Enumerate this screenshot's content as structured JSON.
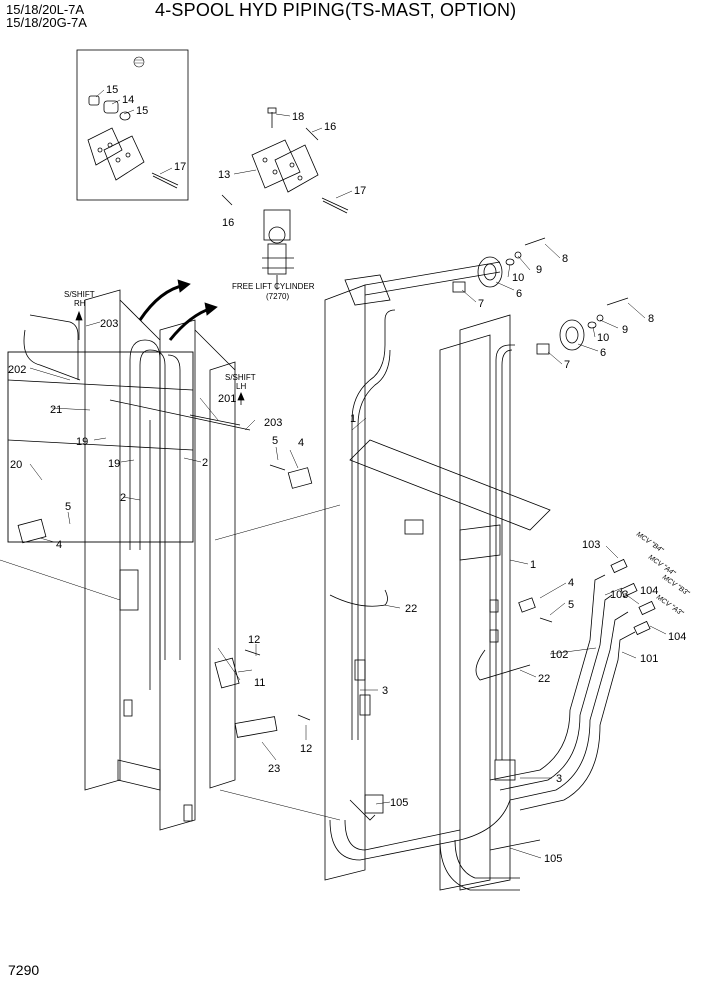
{
  "header": {
    "model_line1": "15/18/20L-7A",
    "model_line2": "15/18/20G-7A",
    "title": "4-SPOOL HYD PIPING(TS-MAST, OPTION)"
  },
  "footer": {
    "page_number": "7290"
  },
  "annotations": {
    "free_lift_line1": "FREE LIFT CYLINDER",
    "free_lift_line2": "(7270)",
    "sshift_rh_line1": "S/SHIFT",
    "sshift_rh_line2": "RH",
    "sshift_lh_line1": "S/SHIFT",
    "sshift_lh_line2": "LH",
    "mcv_b4": "MCV \"B4\"",
    "mcv_a4": "MCV \"A4\"",
    "mcv_b3": "MCV \"B3\"",
    "mcv_a3": "MCV \"A3\""
  },
  "callouts": {
    "c15a": "15",
    "c14": "14",
    "c15b": "15",
    "c17a": "17",
    "c18": "18",
    "c16a": "16",
    "c13": "13",
    "c16b": "16",
    "c17b": "17",
    "c8a": "8",
    "c9a": "9",
    "c10a": "10",
    "c6a": "6",
    "c7a": "7",
    "c8b": "8",
    "c9b": "9",
    "c10b": "10",
    "c6b": "6",
    "c7b": "7",
    "c203a": "203",
    "c202": "202",
    "c21": "21",
    "c19a": "19",
    "c19b": "19",
    "c20": "20",
    "c2a": "2",
    "c2b": "2",
    "c201": "201",
    "c203b": "203",
    "c5a": "5",
    "c4a": "4",
    "c5b": "5",
    "c4b": "4",
    "c1a": "1",
    "c1b": "1",
    "c22a": "22",
    "c22b": "22",
    "c3a": "3",
    "c3b": "3",
    "c105a": "105",
    "c105b": "105",
    "c12a": "12",
    "c11": "11",
    "c12b": "12",
    "c23": "23",
    "c103a": "103",
    "c103b": "103",
    "c104a": "104",
    "c104b": "104",
    "c4c": "4",
    "c5c": "5",
    "c102": "102",
    "c101": "101"
  }
}
